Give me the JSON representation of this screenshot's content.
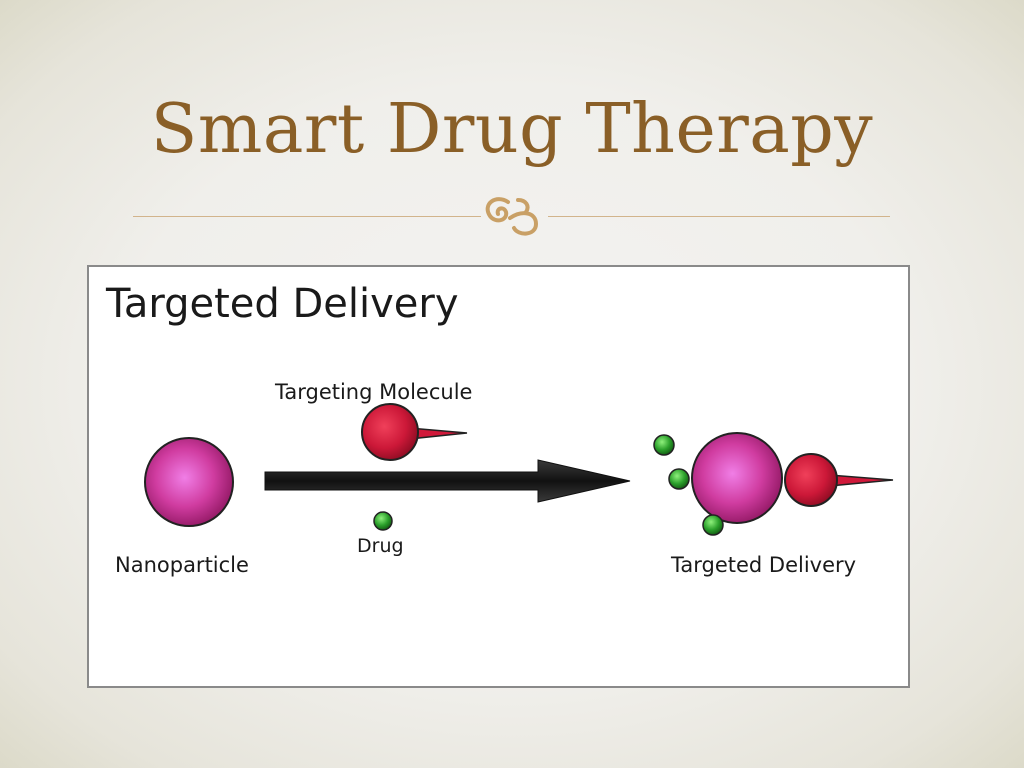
{
  "slide": {
    "title": "Smart Drug Therapy",
    "ornament_icon": "fleuron-ornament-icon"
  },
  "diagram": {
    "heading": "Targeted Delivery",
    "labels": {
      "nanoparticle": "Nanoparticle",
      "targeting_molecule": "Targeting Molecule",
      "drug": "Drug",
      "result": "Targeted Delivery"
    },
    "colors": {
      "title": "#8a5f27",
      "accent_line": "#d2b48c",
      "nanoparticle": "#c8287f",
      "targeting_molecule": "#d0193a",
      "drug": "#2ba02b",
      "arrow": "#1f1f1f"
    }
  }
}
